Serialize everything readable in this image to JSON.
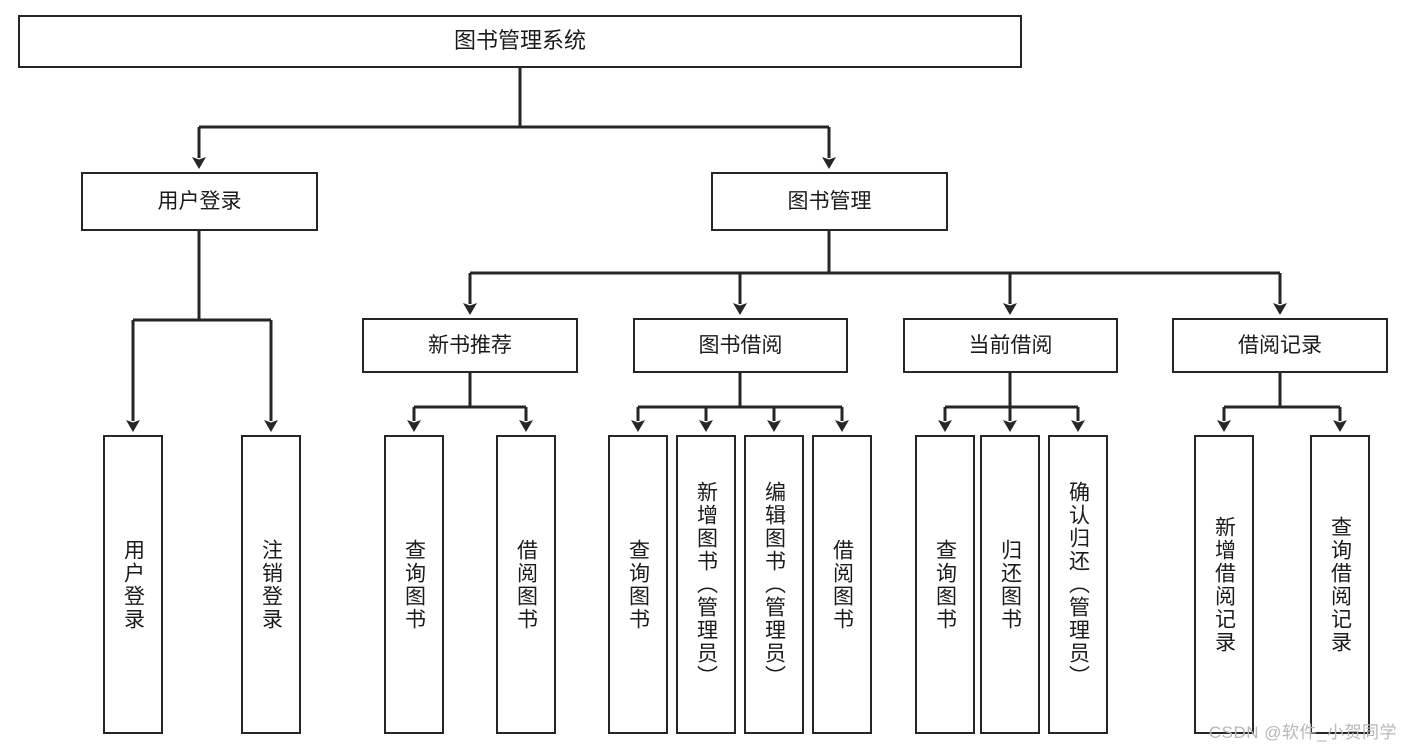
{
  "diagram": {
    "title": "图书管理系统",
    "type": "hierarchy-tree",
    "watermark": "CSDN @软件_小贺同学",
    "colors": {
      "box_border": "#262626",
      "box_fill": "#ffffff",
      "connector": "#262626",
      "text": "#1b1b1b",
      "watermark": "#b7b7b7",
      "background": "#ffffff"
    },
    "levels": {
      "root": {
        "label": "图书管理系统"
      },
      "level2": [
        {
          "label": "用户登录"
        },
        {
          "label": "图书管理"
        }
      ],
      "level3": [
        {
          "label": "新书推荐"
        },
        {
          "label": "图书借阅"
        },
        {
          "label": "当前借阅"
        },
        {
          "label": "借阅记录"
        }
      ],
      "leaves": {
        "user_login": [
          {
            "label": "用户登录"
          },
          {
            "label": "注销登录"
          }
        ],
        "new_book_recommend": [
          {
            "label": "查询图书"
          },
          {
            "label": "借阅图书"
          }
        ],
        "book_borrow": [
          {
            "label": "查询图书"
          },
          {
            "label": "新增图书（管理员）"
          },
          {
            "label": "编辑图书（管理员）"
          },
          {
            "label": "借阅图书"
          }
        ],
        "current_borrow": [
          {
            "label": "查询图书"
          },
          {
            "label": "归还图书"
          },
          {
            "label": "确认归还（管理员）"
          }
        ],
        "borrow_record": [
          {
            "label": "新增借阅记录"
          },
          {
            "label": "查询借阅记录"
          }
        ]
      }
    }
  }
}
